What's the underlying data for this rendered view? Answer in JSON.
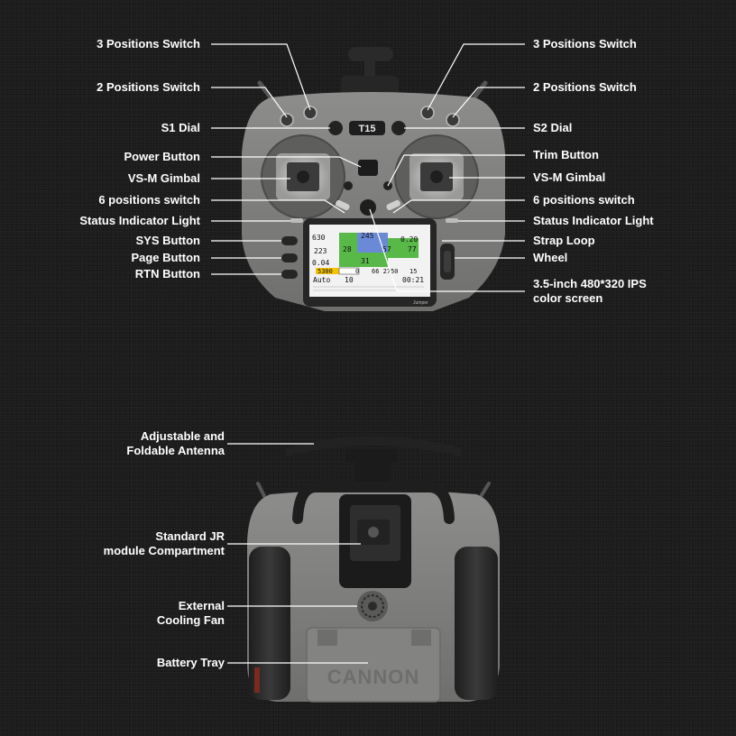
{
  "front": {
    "left_labels": {
      "three_pos_switch": "3 Positions Switch",
      "two_pos_switch": "2 Positions Switch",
      "s1_dial": "S1 Dial",
      "power_button": "Power Button",
      "gimbal": "VS-M Gimbal",
      "six_pos_switch": "6 positions switch",
      "status_light": "Status Indicator Light",
      "sys_button": "SYS Button",
      "page_button": "Page Button",
      "rtn_button": "RTN Button"
    },
    "right_labels": {
      "three_pos_switch": "3 Positions Switch",
      "two_pos_switch": "2 Positions Switch",
      "s2_dial": "S2 Dial",
      "trim_button": "Trim Button",
      "gimbal": "VS-M Gimbal",
      "six_pos_switch": "6 positions switch",
      "status_light": "Status Indicator Light",
      "strap_loop": "Strap Loop",
      "wheel": "Wheel",
      "screen_line1": "3.5-inch 480*320 IPS",
      "screen_line2": "color screen"
    },
    "logo": "T15",
    "screen": {
      "v1": "630",
      "v2": "245",
      "v3": "0.20",
      "v4": "223",
      "v5": "28",
      "v6": "57",
      "v7": "77",
      "v8": "0.04",
      "v9": "31",
      "v10": "5300",
      "v11": "0",
      "v12": "66 2750",
      "v13": "15",
      "mode": "Auto",
      "v14": "10",
      "time": "00:21",
      "brand": "Jumper"
    }
  },
  "back": {
    "labels": {
      "antenna_line1": "Adjustable and",
      "antenna_line2": "Foldable Antenna",
      "module_line1": "Standard JR",
      "module_line2": "module Compartment",
      "fan_line1": "External",
      "fan_line2": "Cooling Fan",
      "battery": "Battery Tray"
    },
    "emboss": "CANNON"
  },
  "colors": {
    "background": "#1c1c1c",
    "body": "#7a7a78",
    "label": "#ffffff",
    "line": "#ffffff"
  }
}
